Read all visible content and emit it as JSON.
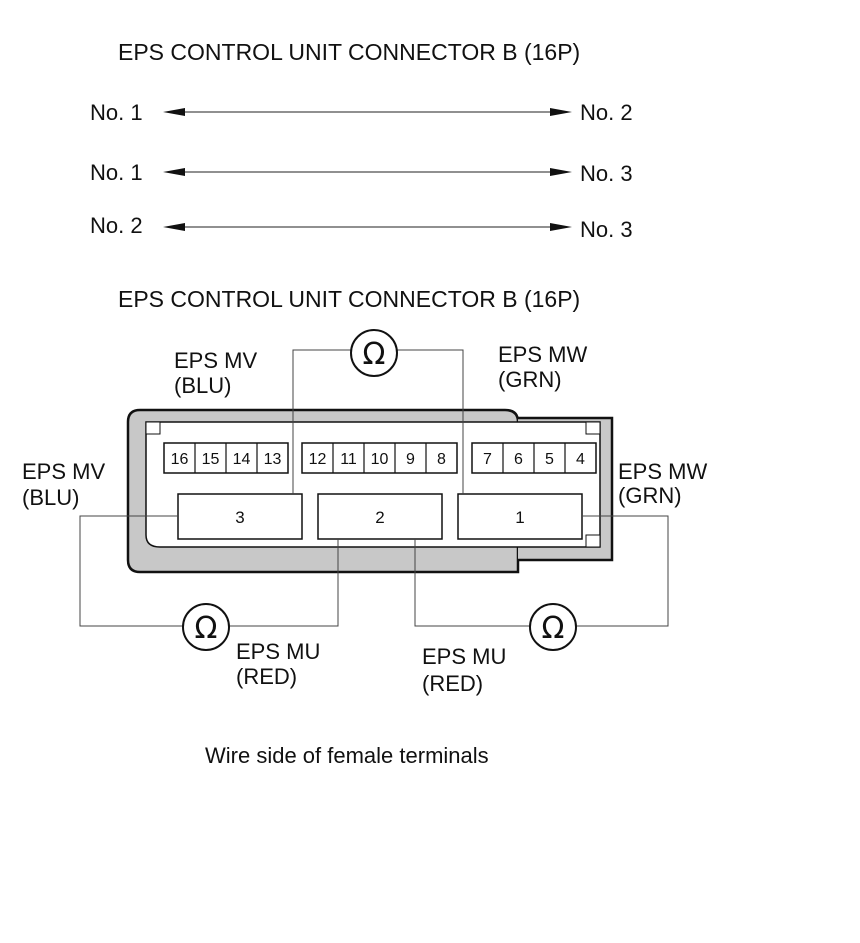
{
  "top_title": "EPS CONTROL UNIT CONNECTOR B (16P)",
  "checks": [
    {
      "from": "No. 1",
      "to": "No. 2"
    },
    {
      "from": "No. 1",
      "to": "No. 3"
    },
    {
      "from": "No. 2",
      "to": "No. 3"
    }
  ],
  "connector_title": "EPS CONTROL UNIT CONNECTOR B (16P)",
  "labels": {
    "mv_top_1": "EPS MV",
    "mv_top_2": "(BLU)",
    "mw_top_1": "EPS MW",
    "mw_top_2": "(GRN)",
    "mv_left_1": "EPS MV",
    "mv_left_2": "(BLU)",
    "mw_right_1": "EPS MW",
    "mw_right_2": "(GRN)",
    "mu_a_1": "EPS MU",
    "mu_a_2": "(RED)",
    "mu_b_1": "EPS MU",
    "mu_b_2": "(RED)"
  },
  "pins": {
    "group_left": [
      "16",
      "15",
      "14",
      "13"
    ],
    "group_mid": [
      "12",
      "11",
      "10",
      "9",
      "8"
    ],
    "group_right": [
      "7",
      "6",
      "5",
      "4"
    ]
  },
  "terminals": [
    "3",
    "2",
    "1"
  ],
  "ohm_symbol": "Ω",
  "caption": "Wire side of female terminals",
  "icons": [
    "ohmmeter-icon",
    "double-arrow-icon"
  ]
}
